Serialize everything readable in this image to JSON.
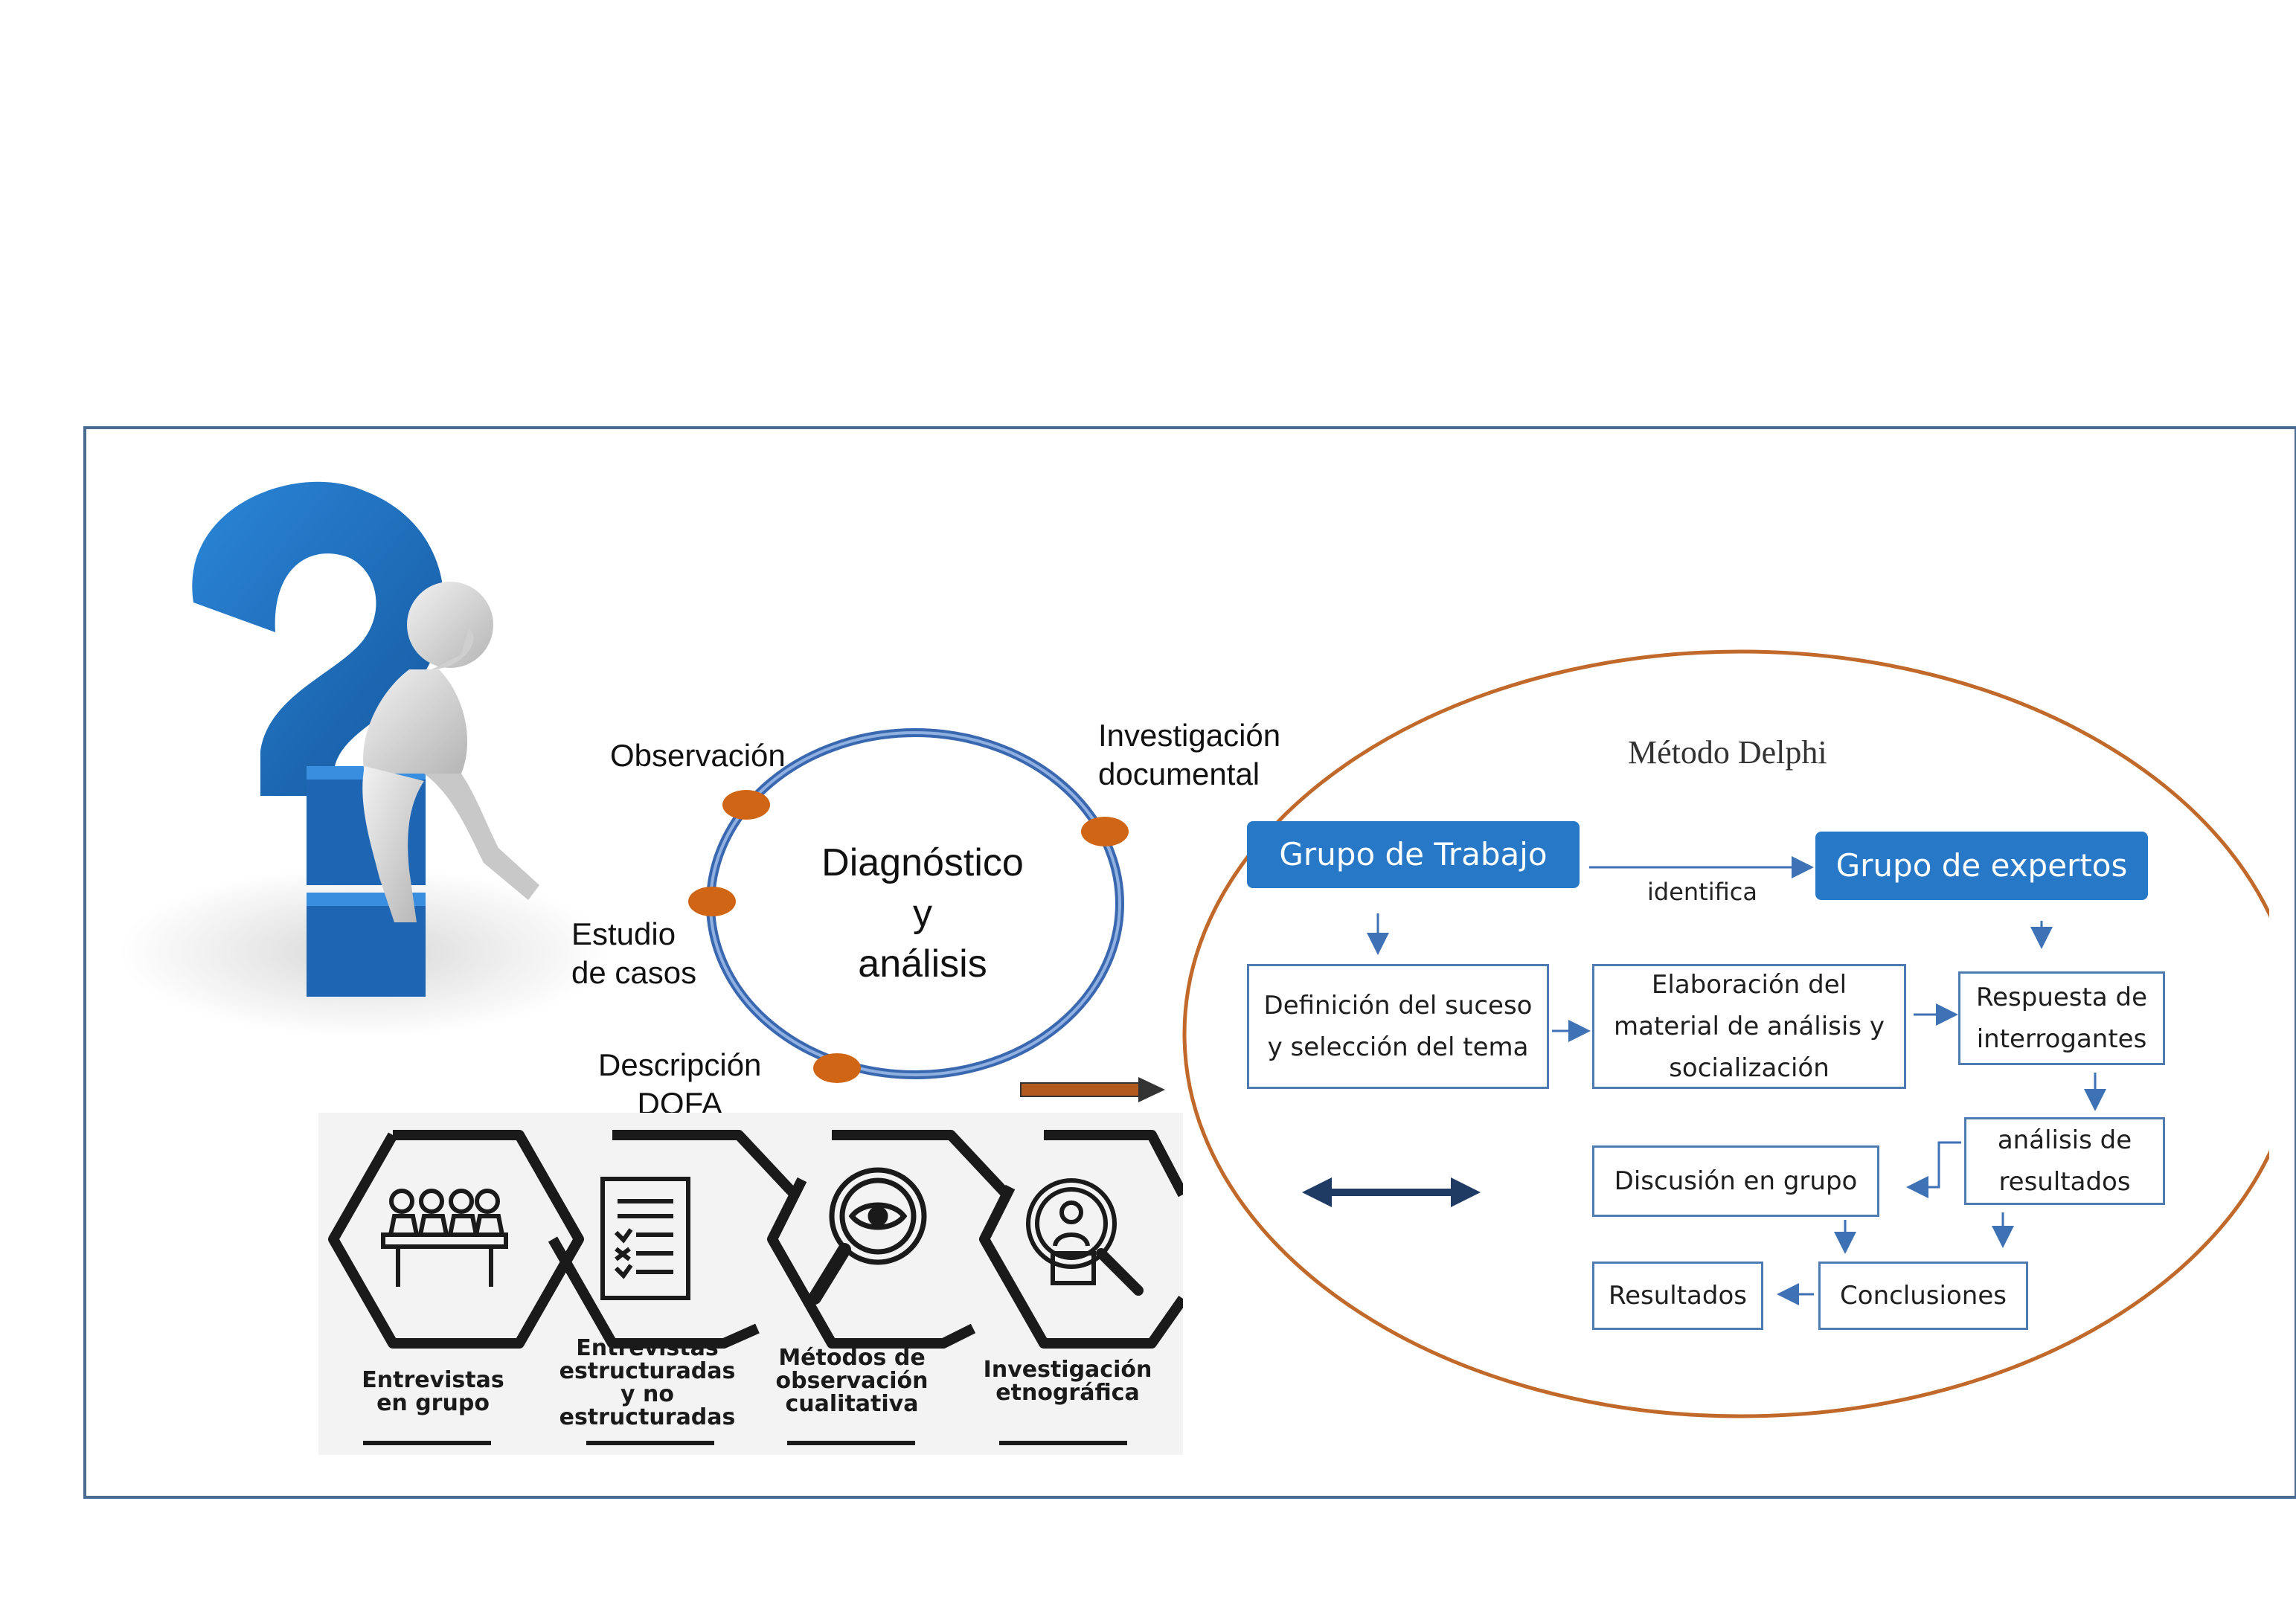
{
  "cycle": {
    "center_line1": "Diagnóstico",
    "center_line2": "y",
    "center_line3": "análisis",
    "nodes": [
      {
        "line1": "Observación",
        "line2": ""
      },
      {
        "line1": "Investigación",
        "line2": "documental"
      },
      {
        "line1": "Estudio",
        "line2": "de casos"
      },
      {
        "line1": "Descripción",
        "line2": "DOFA"
      }
    ]
  },
  "methods": [
    {
      "lines": [
        "Entrevistas",
        "en grupo"
      ],
      "icon": "group-meeting-icon"
    },
    {
      "lines": [
        "Entrevistas",
        "estructuradas",
        "y no",
        "estructuradas"
      ],
      "icon": "checklist-icon"
    },
    {
      "lines": [
        "Métodos de",
        "observación",
        "cualitativa"
      ],
      "icon": "eye-magnifier-icon"
    },
    {
      "lines": [
        "Investigación",
        "etnográfica"
      ],
      "icon": "person-magnifier-icon"
    }
  ],
  "delphi": {
    "title": "Método Delphi",
    "grupo_trabajo": "Grupo de Trabajo",
    "grupo_expertos": "Grupo de expertos",
    "identifica": "identifica",
    "definicion": "Definición del suceso y selección del tema",
    "elaboracion": "Elaboración del material de análisis y socialización",
    "respuesta": "Respuesta de interrogantes",
    "analisis": "análisis de resultados",
    "discusion": "Discusión en grupo",
    "conclusiones": "Conclusiones",
    "resultados": "Resultados"
  },
  "colors": {
    "frame": "#4a6c93",
    "cycle_ring": "#3a68b0",
    "node_dot": "#d06516",
    "ellipse": "#c0692a",
    "delphi_blue": "#2878c8",
    "question_mark": "#1f6fc0"
  }
}
